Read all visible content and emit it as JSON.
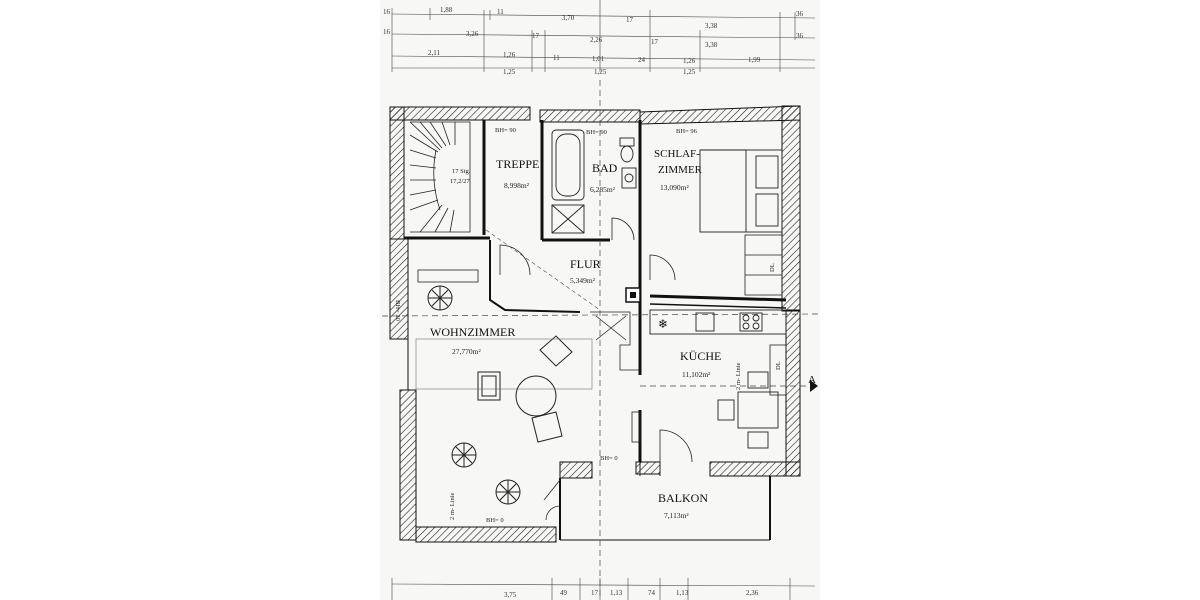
{
  "dimensions_top": {
    "row1": [
      "1,88",
      "11",
      "3,70",
      "17",
      "3,38",
      "36"
    ],
    "row2": [
      "3,26",
      "17",
      "2,26",
      "17",
      "3,38",
      "36"
    ],
    "row3": [
      "2,11",
      "1,26",
      "11",
      "1,01",
      "24",
      "1,26",
      "1,99"
    ],
    "row4": [
      "1,25",
      "1,25",
      "1,25"
    ],
    "left_marks": [
      "16",
      "16"
    ]
  },
  "dimensions_bottom": [
    "3,75",
    "49",
    "17",
    "1,13",
    "74",
    "1,13",
    "2,36"
  ],
  "rooms": {
    "treppe": {
      "name": "TREPPE",
      "area": "8,998m²",
      "bh": "BH= 90"
    },
    "bad": {
      "name": "BAD",
      "area": "6,285m²",
      "bh": "BH= 90"
    },
    "schlafzimmer": {
      "name_line1": "SCHLAF-",
      "name_line2": "ZIMMER",
      "area": "13,090m²",
      "bh": "BH= 96"
    },
    "flur": {
      "name": "FLUR",
      "area": "5,349m²"
    },
    "wohnzimmer": {
      "name": "WOHNZIMMER",
      "area": "27,770m²",
      "bh_side": "BH= 30",
      "bh_bottom": "BH= 0"
    },
    "kueche": {
      "name": "KÜCHE",
      "area": "11,102m²"
    },
    "balkon": {
      "name": "BALKON",
      "area": "7,113m²",
      "bh": "BH= 0"
    }
  },
  "stairs": {
    "line1": "17 Stg.",
    "line2": "17,2/27"
  },
  "annotations": {
    "dl1": "DL",
    "dl2": "DL",
    "line_kueche": "2 m- Linie",
    "line_wohn": "2 m- Linie"
  },
  "section_marker": "A"
}
